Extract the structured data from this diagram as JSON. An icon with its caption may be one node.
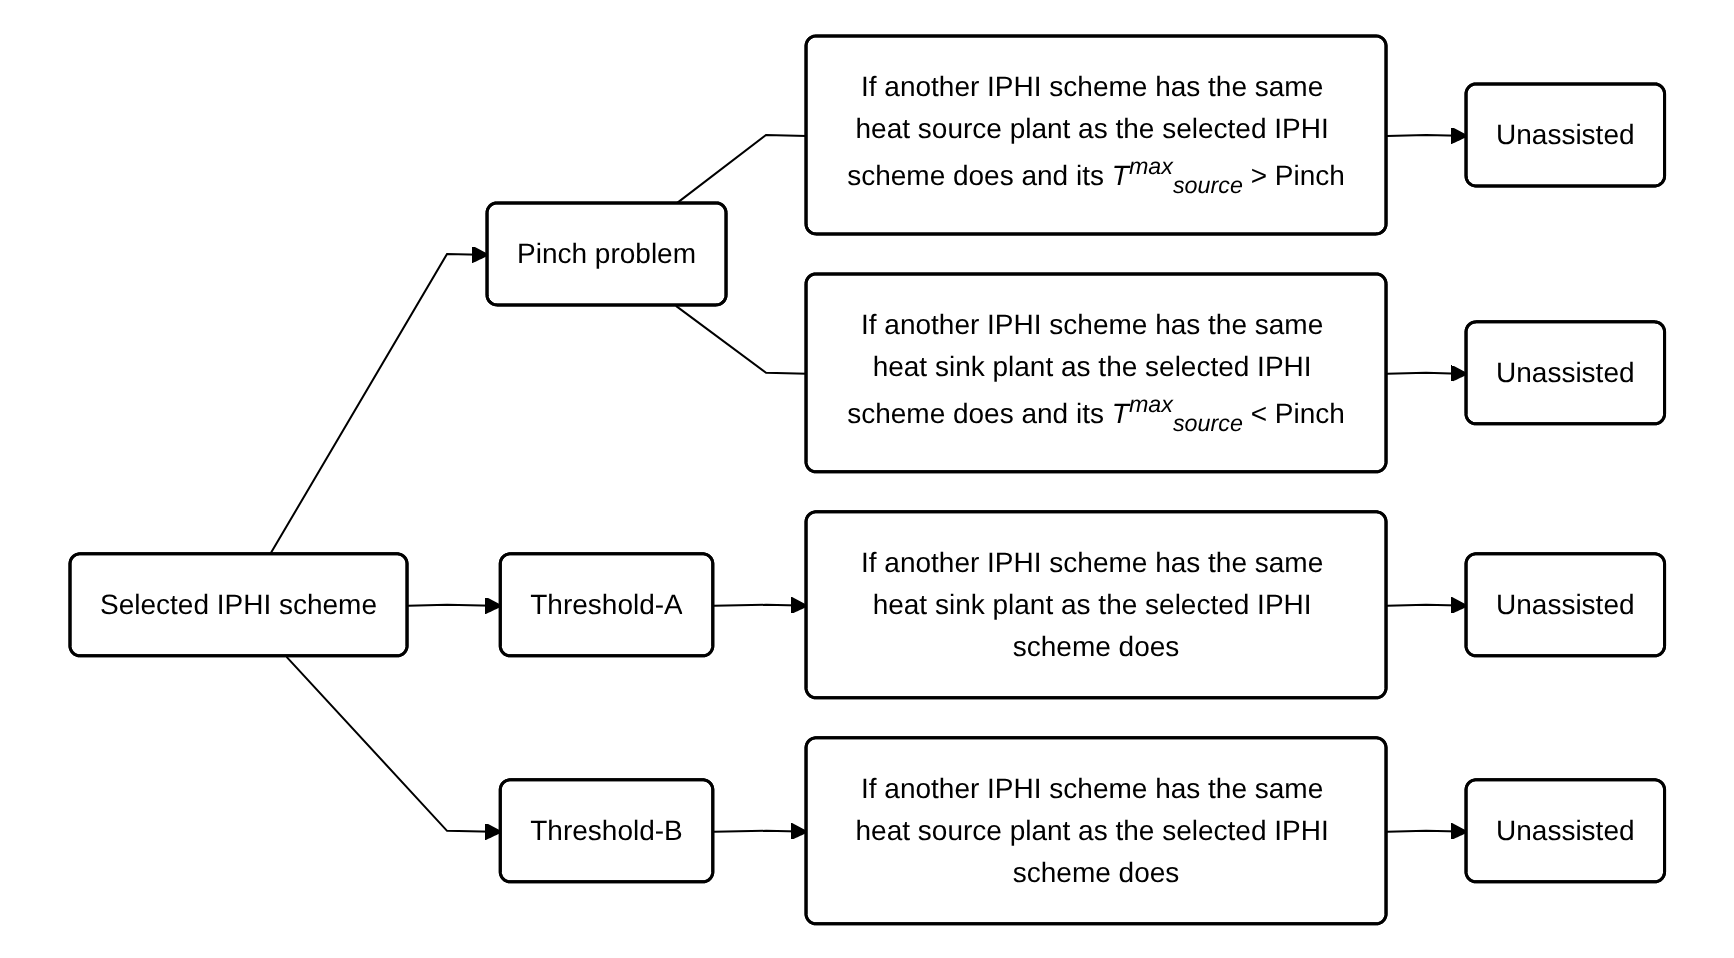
{
  "diagram": {
    "nodes": [
      {
        "text": [
          "Selected IPHI scheme"
        ]
      },
      {
        "text": [
          "Pinch problem"
        ]
      },
      {
        "text": [
          "If another IPHI scheme has the same heat source plant as the selected IPHI scheme does and its *T*$^{max}$$_{source}$ > Pinch"
        ]
      },
      {
        "text": [
          "Unassisted"
        ]
      },
      {
        "text": [
          "If another IPHI scheme has the same heat sink plant as the selected IPHI scheme does and its *T*$^{max}$$_{source}$ < Pinch"
        ]
      },
      {
        "text": [
          "Unassisted"
        ]
      },
      {
        "text": [
          "Threshold-A"
        ]
      },
      {
        "text": [
          "If another IPHI scheme has the same heat sink plant as the selected IPHI scheme does"
        ]
      },
      {
        "text": [
          "Unassisted"
        ]
      },
      {
        "text": [
          "Threshold-B"
        ]
      },
      {
        "text": [
          "If another IPHI scheme has the same heat source plant as the selected IPHI scheme does"
        ]
      },
      {
        "text": [
          "Unassisted"
        ]
      }
    ],
    "edges": [
      {
        "from": 0,
        "to": 1,
        "arrow": "to"
      },
      {
        "from": 0,
        "to": 6,
        "arrow": "to"
      },
      {
        "from": 0,
        "to": 9,
        "arrow": "to"
      },
      {
        "from": 1,
        "to": 2,
        "arrow": "none"
      },
      {
        "from": 1,
        "to": 4,
        "arrow": "none"
      },
      {
        "from": 2,
        "to": 3,
        "arrow": "to"
      },
      {
        "from": 4,
        "to": 5,
        "arrow": "to"
      },
      {
        "from": 6,
        "to": 7,
        "arrow": "to"
      },
      {
        "from": 7,
        "to": 8,
        "arrow": "to"
      },
      {
        "from": 9,
        "to": 10,
        "arrow": "to"
      },
      {
        "from": 10,
        "to": 11,
        "arrow": "to"
      }
    ]
  }
}
